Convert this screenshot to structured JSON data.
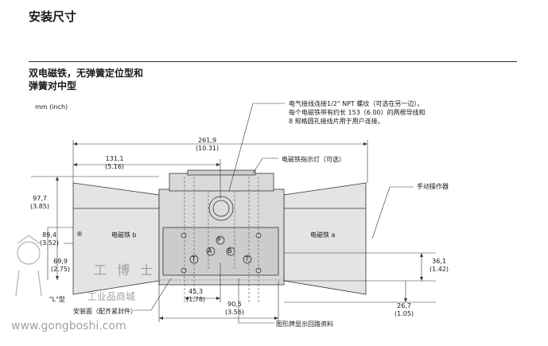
{
  "page": {
    "title": "安装尺寸",
    "subtitle_line1": "双电磁铁，无弹簧定位型和",
    "subtitle_line2": "弹簧对中型",
    "units": "mm (inch)"
  },
  "notes": {
    "electrical_line1": "电气接线连接1/2\" NPT 螺纹（可选在另一边）。",
    "electrical_line2": "每个电磁铁带有约长 153（6.00）的两根导线和",
    "electrical_line3": "8 规格圆孔接线片用于用户连接。",
    "indicator": "电磁铁指示灯（可选）",
    "manual_override": "手动操作器",
    "mounting_surface": "安装面（配齐紧封件）",
    "graphic_plate": "图形牌显示回路资料"
  },
  "labels": {
    "solenoid_b": "电磁铁 b",
    "solenoid_a": "电磁铁 a",
    "port_a": "A",
    "port_b": "B",
    "port_p": "P",
    "port_t1": "T",
    "port_t2": "T",
    "o_ring": "\"L\"型",
    "registered": "®"
  },
  "dimensions": {
    "d_261": "261,9",
    "d_261_in": "(10.31)",
    "d_131": "131,1",
    "d_131_in": "(5.16)",
    "d_97": "97,7",
    "d_97_in": "(3.85)",
    "d_89": "89,4",
    "d_89_in": "(3.52)",
    "d_69": "69,9",
    "d_69_in": "(2.75)",
    "d_45": "45,3",
    "d_45_in": "(1.78)",
    "d_90": "90,5",
    "d_90_in": "(3.56)",
    "d_36": "36,1",
    "d_36_in": "(1.42)",
    "d_26": "26,7",
    "d_26_in": "(1.05)"
  },
  "watermark": {
    "brand": "工 博 士",
    "mall": "工业品商城",
    "url": "www.gongboshi.com"
  }
}
